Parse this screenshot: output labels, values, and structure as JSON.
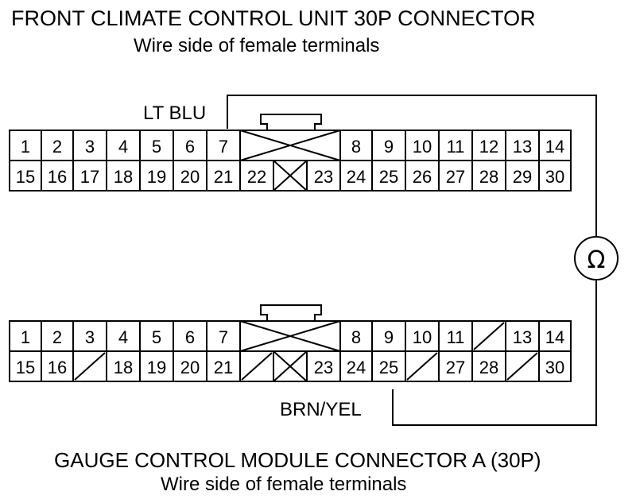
{
  "titles": {
    "top_title": "FRONT CLIMATE CONTROL UNIT 30P CONNECTOR",
    "top_subtitle": "Wire side of female terminals",
    "bottom_title": "GAUGE CONTROL MODULE CONNECTOR A (30P)",
    "bottom_subtitle": "Wire side of female terminals"
  },
  "wires": {
    "top_wire_label": "LT BLU",
    "bottom_wire_label": "BRN/YEL"
  },
  "meter": {
    "symbol": "Ω",
    "icon": "ohmmeter-icon"
  },
  "top_connector": {
    "row1": [
      "1",
      "2",
      "3",
      "4",
      "5",
      "6",
      "7",
      "X",
      "8",
      "9",
      "10",
      "11",
      "12",
      "13",
      "14"
    ],
    "row2": [
      "15",
      "16",
      "17",
      "18",
      "19",
      "20",
      "21",
      "22",
      "X",
      "23",
      "24",
      "25",
      "26",
      "27",
      "28",
      "29",
      "30"
    ]
  },
  "bottom_connector": {
    "row1": [
      "1",
      "2",
      "3",
      "4",
      "5",
      "6",
      "7",
      "X",
      "8",
      "9",
      "10",
      "11",
      "/",
      "13",
      "14"
    ],
    "row2": [
      "15",
      "16",
      "/",
      "18",
      "19",
      "20",
      "21",
      "/",
      "X",
      "23",
      "24",
      "25",
      "/",
      "27",
      "28",
      "/",
      "30"
    ]
  },
  "colors": {
    "line": "#000000",
    "background": "#ffffff"
  }
}
